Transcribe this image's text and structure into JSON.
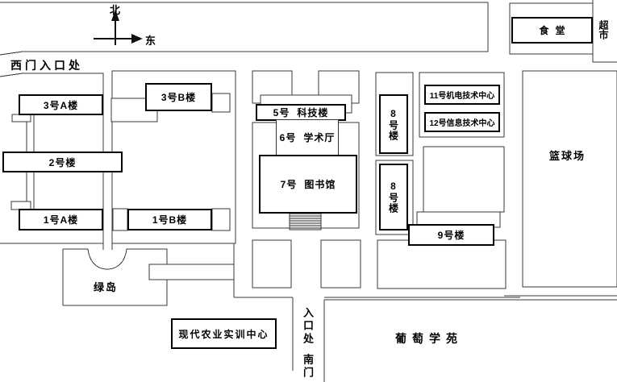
{
  "map_title": "campus-plan",
  "colors": {
    "background": "#ffffff",
    "line": "#3a3a3a",
    "bold_line": "#000000",
    "stairs_fill": "#ededed"
  },
  "compass": {
    "north": "北",
    "east": "东"
  },
  "gates": {
    "west_entrance": "西门入口处",
    "south_entrance": "入口处",
    "south_gate": "南门"
  },
  "areas": {
    "canteen": "食堂",
    "supermarket": "超市",
    "basketball_court": "篮球场",
    "green_island": "绿岛",
    "grape_garden": "葡萄学苑"
  },
  "buildings": {
    "no3a": "3号A楼",
    "no3b": "3号B楼",
    "no2": "2号楼",
    "no1a": "1号A楼",
    "no1b": "1号B楼",
    "no5": {
      "num": "5号",
      "name": "科技楼"
    },
    "no6": {
      "num": "6号",
      "name": "学术厅"
    },
    "no7": {
      "num": "7号",
      "name": "图书馆"
    },
    "no8_north": "8号楼",
    "no8_south": "8号楼",
    "no9": "9号楼",
    "no11": "11号机电技术中心",
    "no12": "12号信息技术中心",
    "modern_agriculture_training_center": "现代农业实训中心"
  }
}
